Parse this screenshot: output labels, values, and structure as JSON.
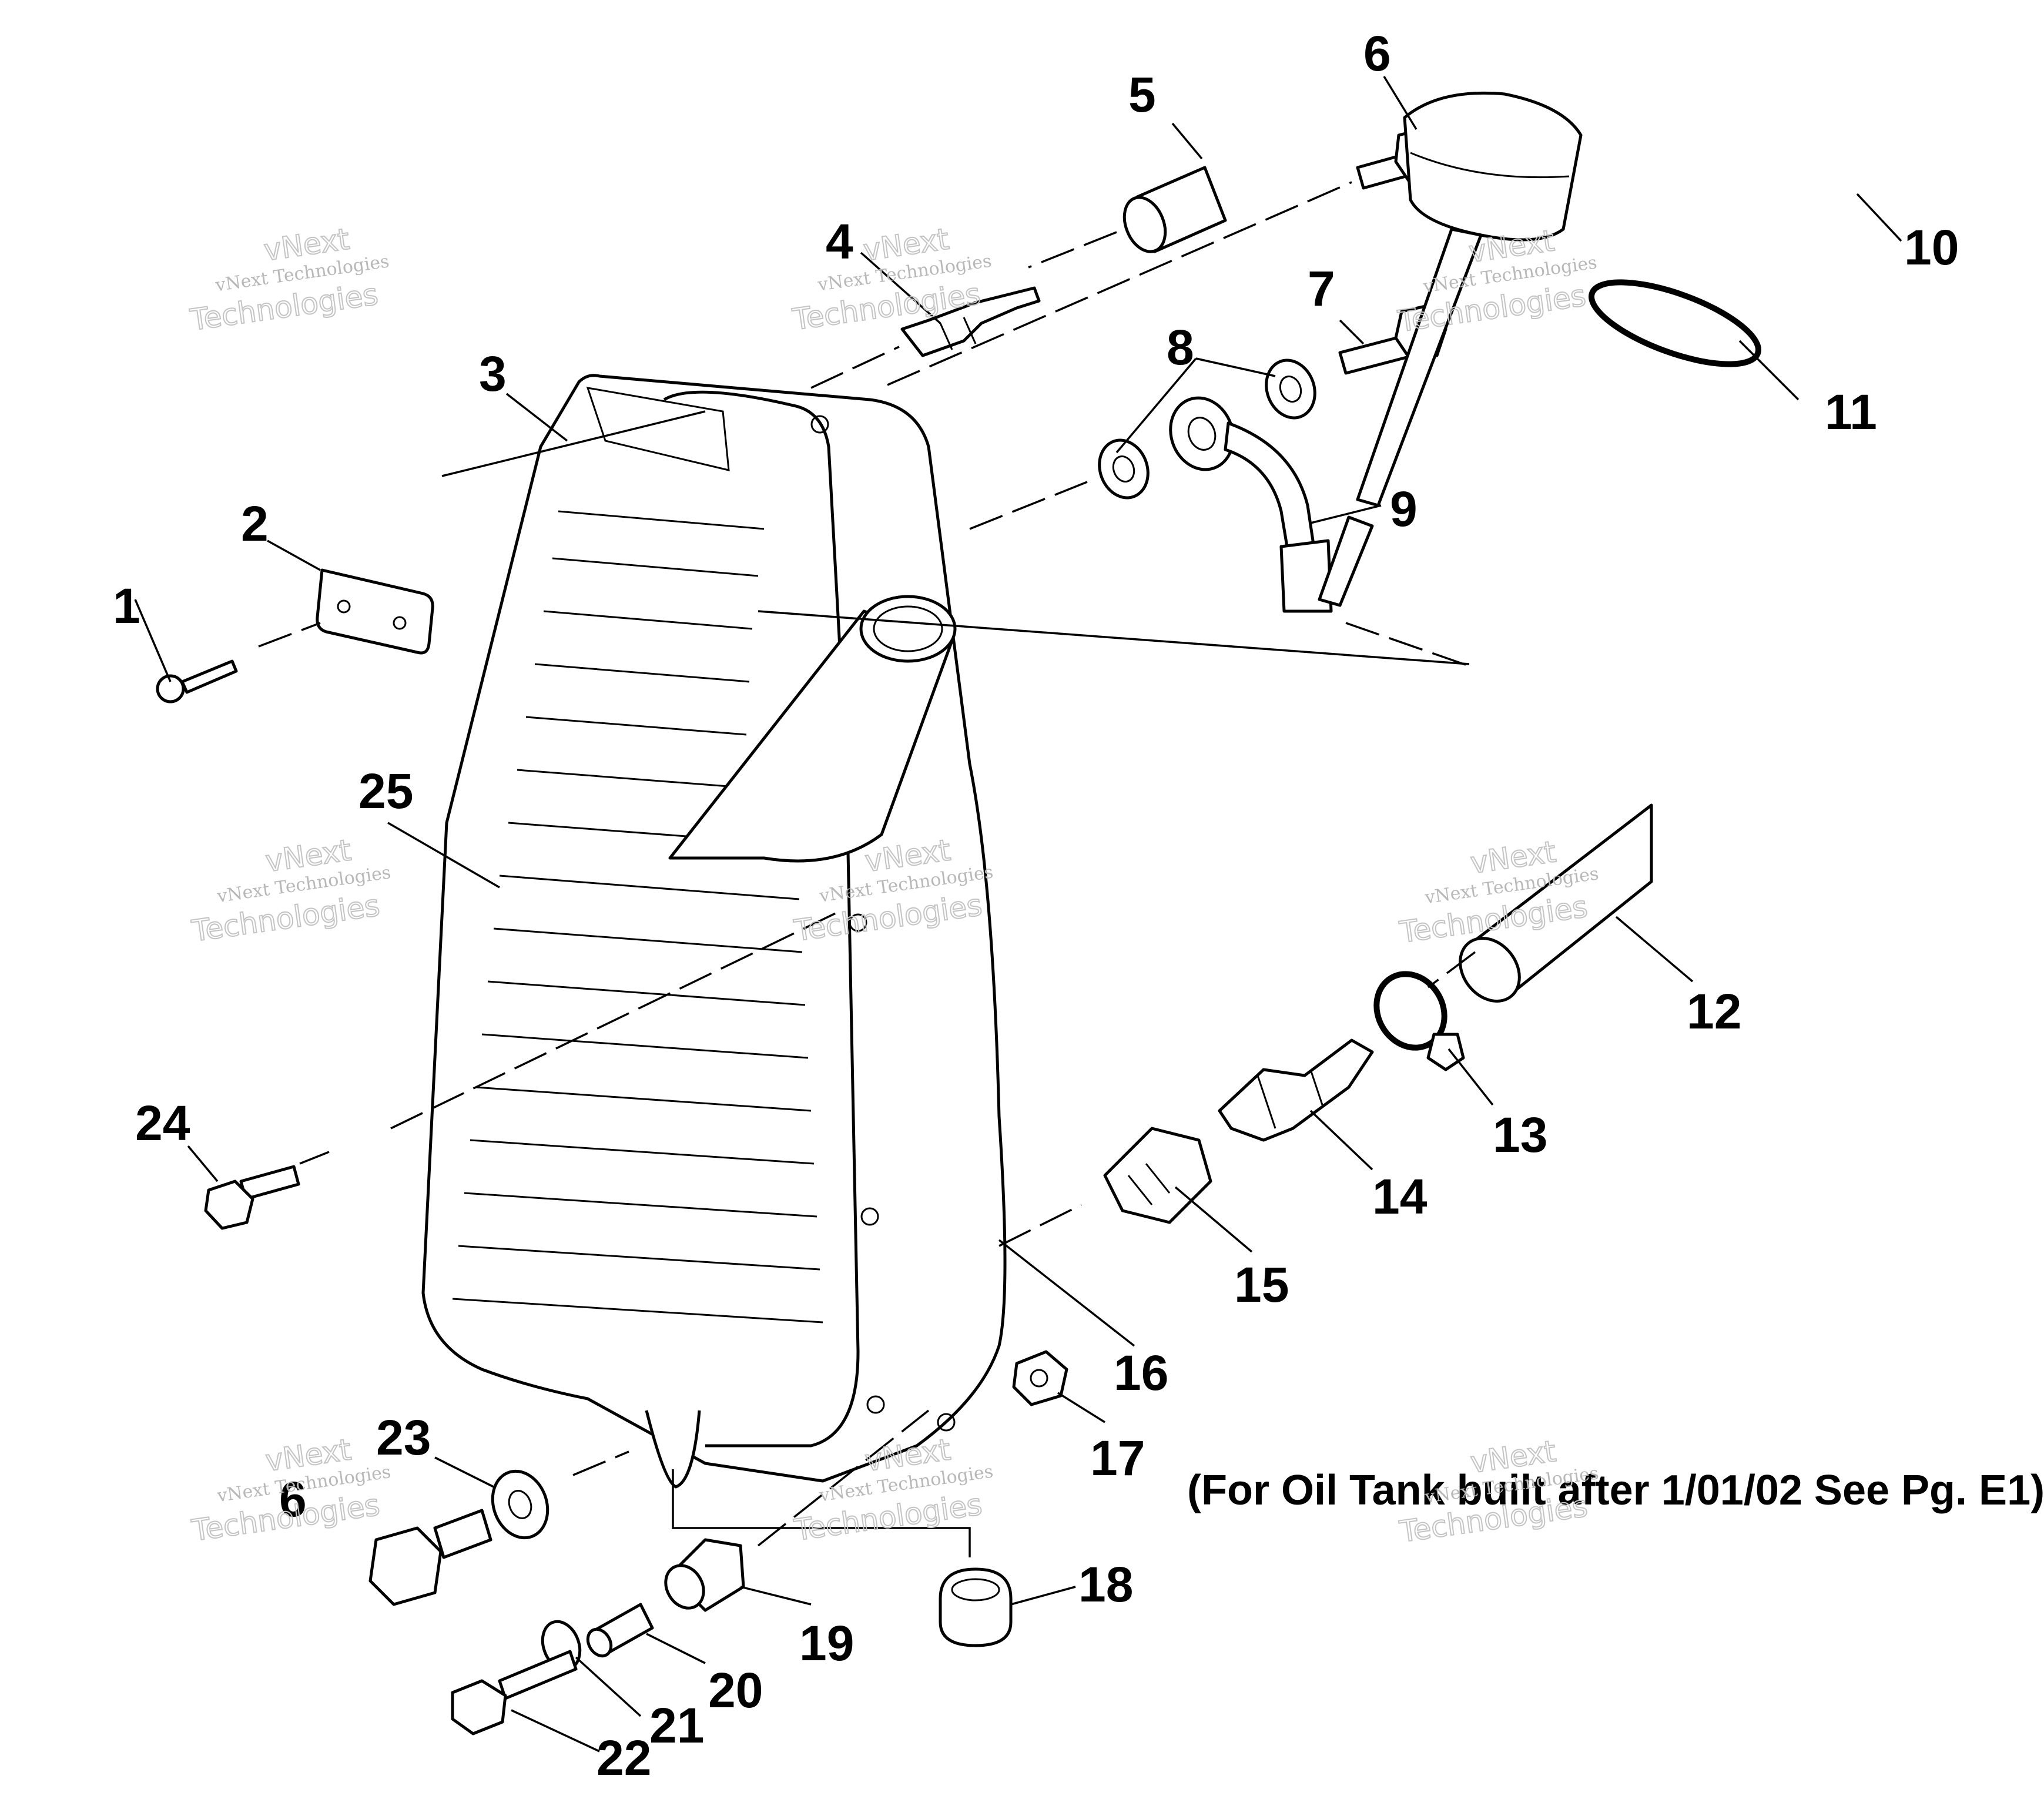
{
  "callouts": {
    "c1": "1",
    "c2": "2",
    "c3": "3",
    "c4": "4",
    "c5": "5",
    "c6a": "6",
    "c6b": "6",
    "c7": "7",
    "c8": "8",
    "c9": "9",
    "c10": "10",
    "c11": "11",
    "c12": "12",
    "c13": "13",
    "c14": "14",
    "c15": "15",
    "c16": "16",
    "c17": "17",
    "c18": "18",
    "c19": "19",
    "c20": "20",
    "c21": "21",
    "c22": "22",
    "c23": "23",
    "c24": "24",
    "c25": "25"
  },
  "note": "(For Oil Tank built after 1/01/02 See Pg. E1)",
  "watermark": {
    "company": "vNext Technologies",
    "brand": "vNext",
    "sub": "Technologies"
  }
}
